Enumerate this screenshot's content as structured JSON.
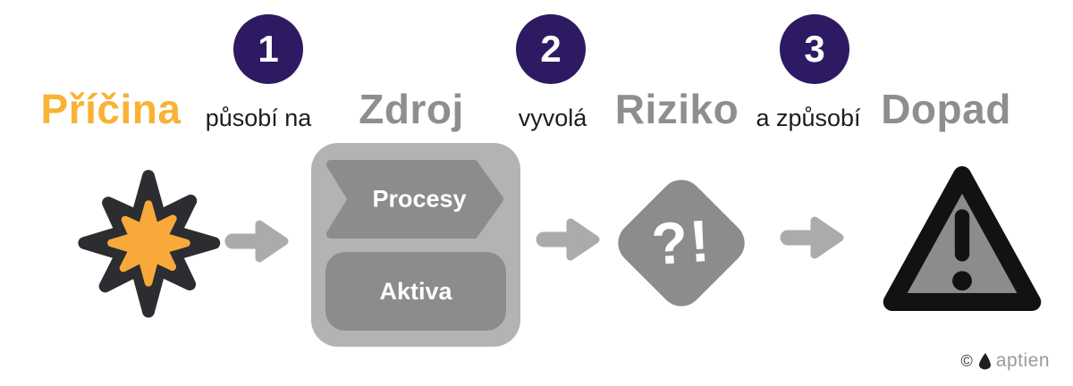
{
  "diagram_title": "risk-cause-effect-flow",
  "steps": [
    {
      "label": "Příčina",
      "icon": "explosion-icon",
      "label_color": "#F9B234"
    },
    {
      "label": "Zdroj",
      "icon": "source-box",
      "items": [
        "Procesy",
        "Aktiva"
      ],
      "label_color": "#8E8E8E"
    },
    {
      "label": "Riziko",
      "icon": "risk-diamond-icon",
      "symbol": "?!",
      "label_color": "#8E8E8E"
    },
    {
      "label": "Dopad",
      "icon": "warning-triangle-icon",
      "label_color": "#8E8E8E"
    }
  ],
  "connectors": [
    {
      "number": "1",
      "label": "působí na"
    },
    {
      "number": "2",
      "label": "vyvolá"
    },
    {
      "number": "3",
      "label": "a způsobí"
    }
  ],
  "footer": {
    "copyright": "©",
    "brand": "aptien"
  },
  "colors": {
    "accent_orange": "#F9B234",
    "star_fill_orange": "#F9A83A",
    "star_outline_dark": "#2B2D31",
    "heading_gray": "#8E8E8E",
    "circle_purple": "#2E1A62",
    "container_light_gray": "#B3B3B3",
    "shape_mid_gray": "#8C8C8C",
    "arrow_gray": "#ABABAB",
    "triangle_outline_black": "#121212",
    "text_black": "#1d1d1d",
    "brand_gray": "#9a9a9a"
  }
}
